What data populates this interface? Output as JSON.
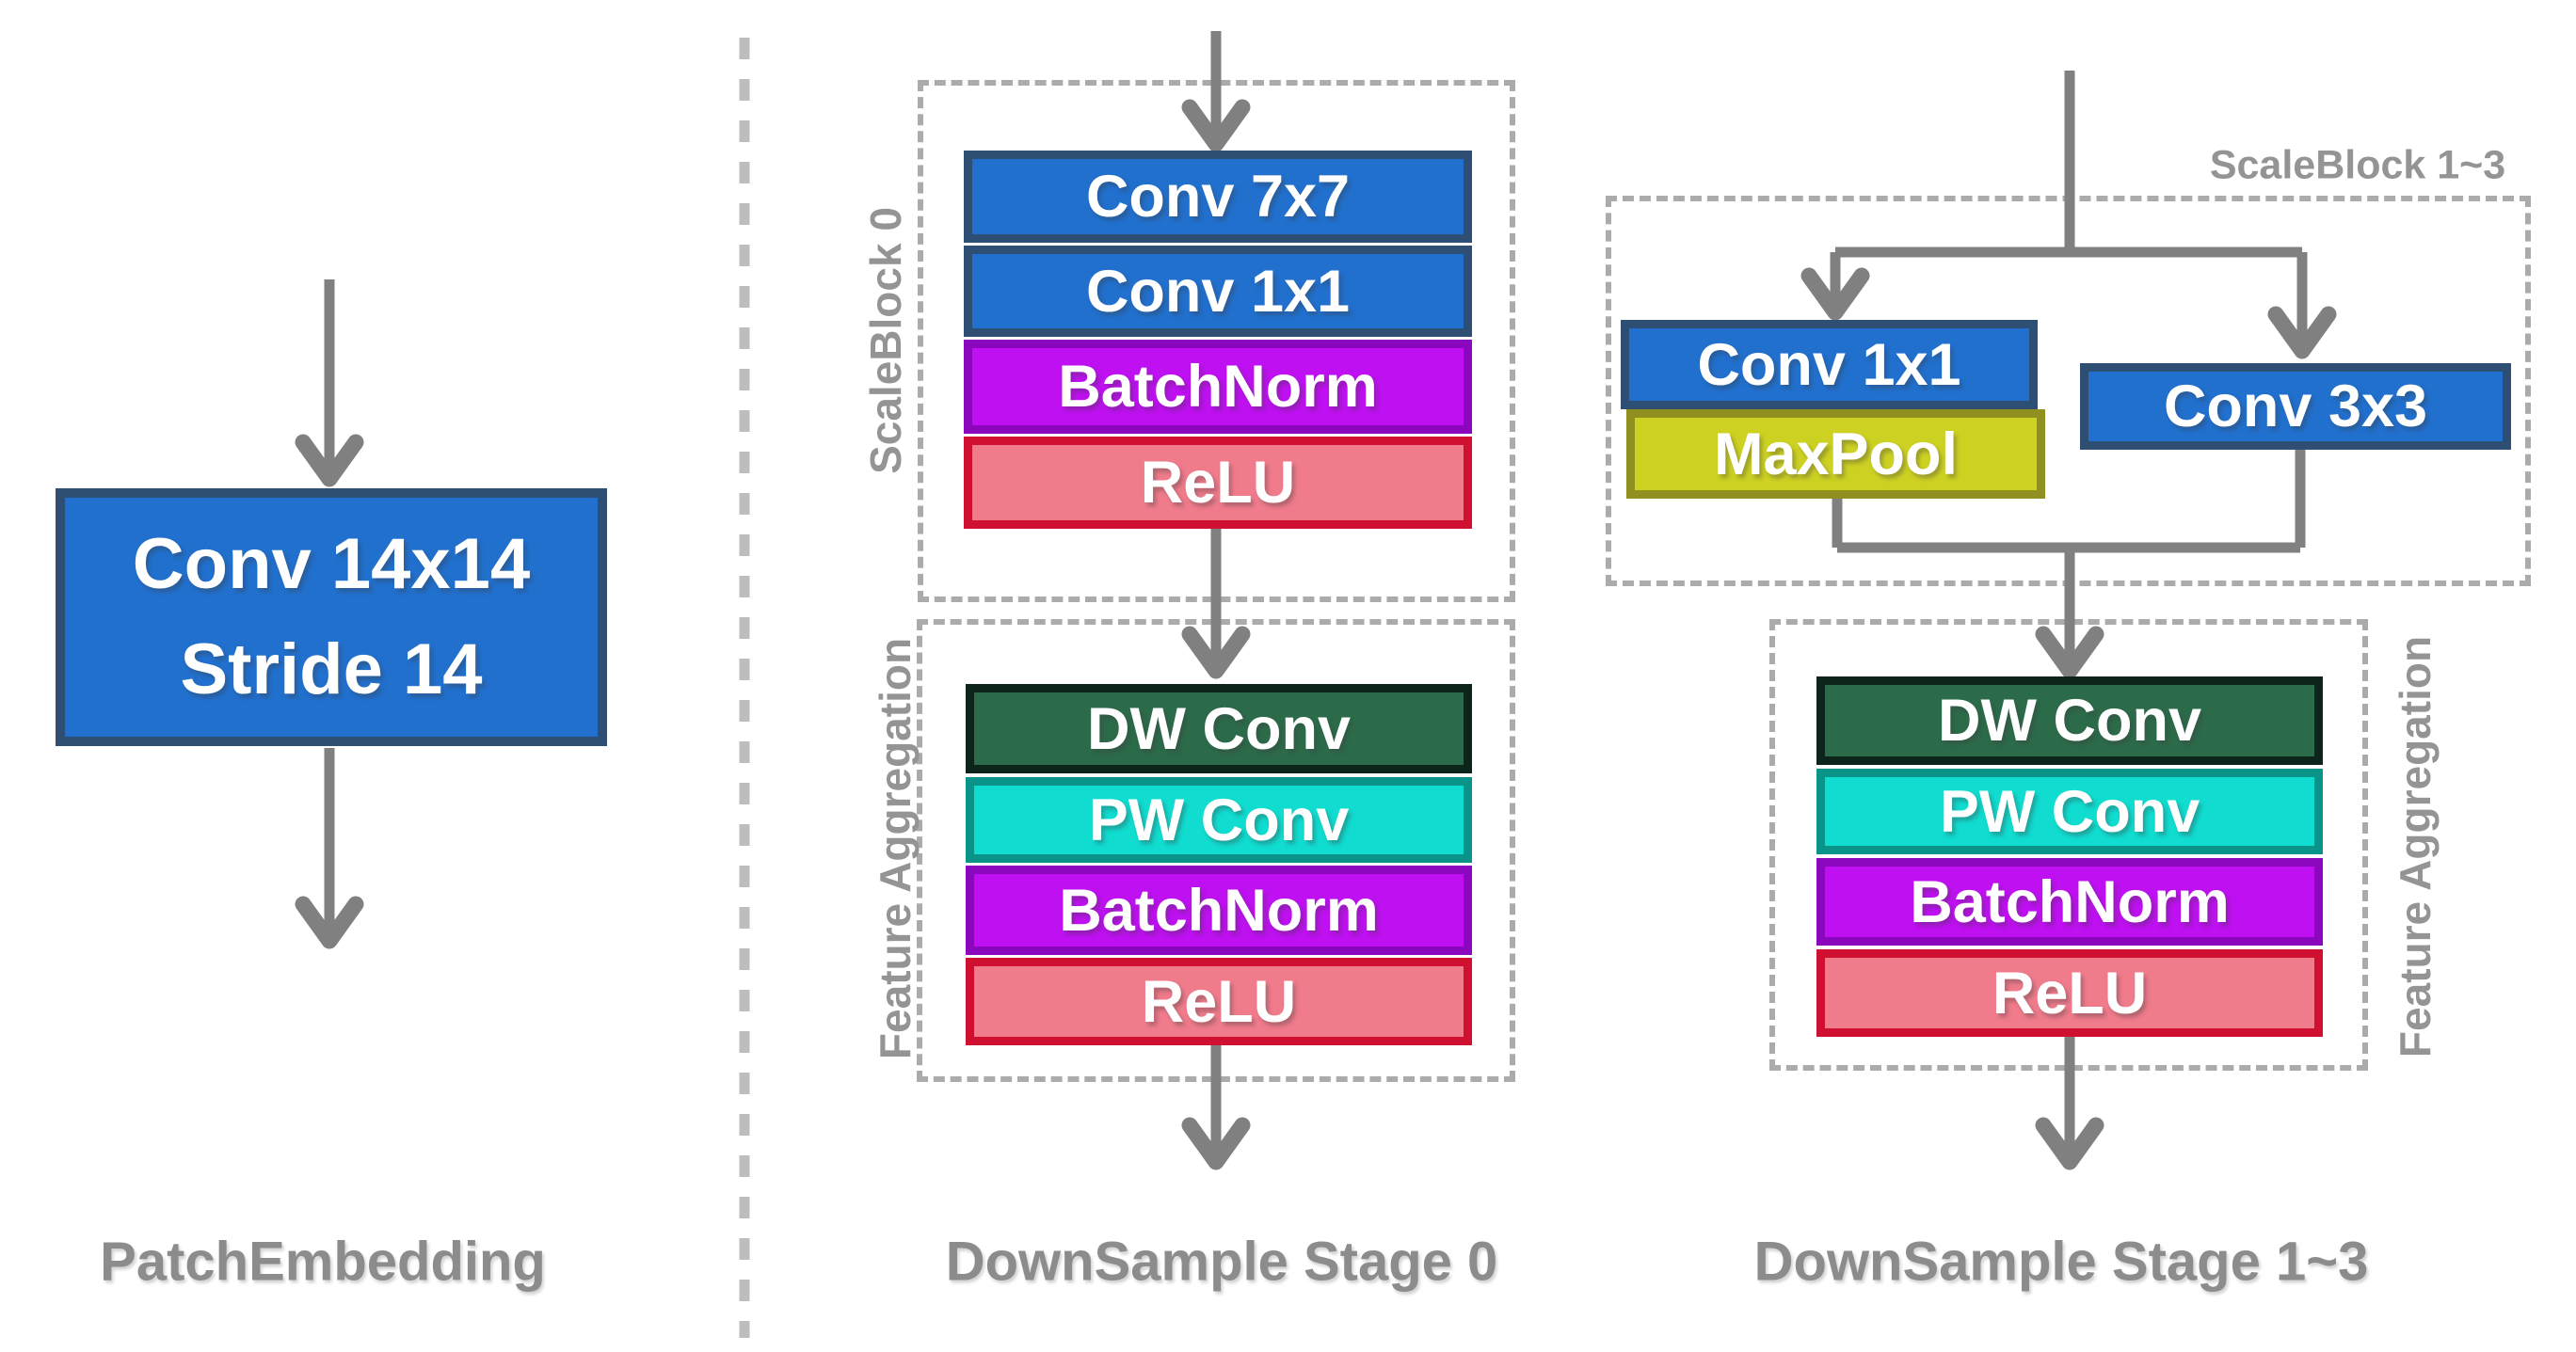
{
  "diagram_title": "Network downsampling architecture diagram",
  "colors": {
    "conv_fill": "#2170CE",
    "conv_border": "#2F4E73",
    "batchnorm_fill": "#BE10F0",
    "batchnorm_border": "#8B07BE",
    "relu_fill": "#F07B8B",
    "relu_border": "#D01030",
    "dwconv_fill": "#2C6B4A",
    "dwconv_border": "#0D241A",
    "pwconv_fill": "#10DCD0",
    "pwconv_border": "#0A9489",
    "maxpool_fill": "#CDD122",
    "maxpool_border": "#8F9020",
    "arrow": "#808080",
    "dashed_box_border": "#ABABAB",
    "separator": "#BDBDBD",
    "caption_text": "#8C8C8C",
    "side_label_text": "#949494",
    "box_text": "#FFFFFF"
  },
  "sections": {
    "patch_embedding": {
      "caption": "PatchEmbedding",
      "box": {
        "line1": "Conv 14x14",
        "line2": "Stride 14",
        "fill": "#2170CE",
        "border": "#2F4E73"
      }
    },
    "stage0": {
      "caption": "DownSample Stage 0",
      "scale_block": {
        "label": "ScaleBlock 0",
        "layers": [
          {
            "label": "Conv 7x7",
            "fill": "#2170CE",
            "border": "#2F4E73"
          },
          {
            "label": "Conv 1x1",
            "fill": "#2170CE",
            "border": "#2F4E73"
          },
          {
            "label": "BatchNorm",
            "fill": "#BE10F0",
            "border": "#8B07BE"
          },
          {
            "label": "ReLU",
            "fill": "#F07B8B",
            "border": "#D01030"
          }
        ]
      },
      "feature_aggregation": {
        "label": "Feature Aggregation",
        "layers": [
          {
            "label": "DW Conv",
            "fill": "#2C6B4A",
            "border": "#0D241A"
          },
          {
            "label": "PW Conv",
            "fill": "#10DCD0",
            "border": "#0A9489"
          },
          {
            "label": "BatchNorm",
            "fill": "#BE10F0",
            "border": "#8B07BE"
          },
          {
            "label": "ReLU",
            "fill": "#F07B8B",
            "border": "#D01030"
          }
        ]
      }
    },
    "stage13": {
      "caption": "DownSample Stage 1~3",
      "scale_block": {
        "label": "ScaleBlock 1~3",
        "left_branch": [
          {
            "label": "Conv 1x1",
            "fill": "#2170CE",
            "border": "#2F4E73"
          },
          {
            "label": "MaxPool",
            "fill": "#CDD122",
            "border": "#8F9020"
          }
        ],
        "right_branch": [
          {
            "label": "Conv 3x3",
            "fill": "#2170CE",
            "border": "#2F4E73"
          }
        ]
      },
      "feature_aggregation": {
        "label": "Feature Aggregation",
        "layers": [
          {
            "label": "DW Conv",
            "fill": "#2C6B4A",
            "border": "#0D241A"
          },
          {
            "label": "PW Conv",
            "fill": "#10DCD0",
            "border": "#0A9489"
          },
          {
            "label": "BatchNorm",
            "fill": "#BE10F0",
            "border": "#8B07BE"
          },
          {
            "label": "ReLU",
            "fill": "#F07B8B",
            "border": "#D01030"
          }
        ]
      }
    }
  }
}
